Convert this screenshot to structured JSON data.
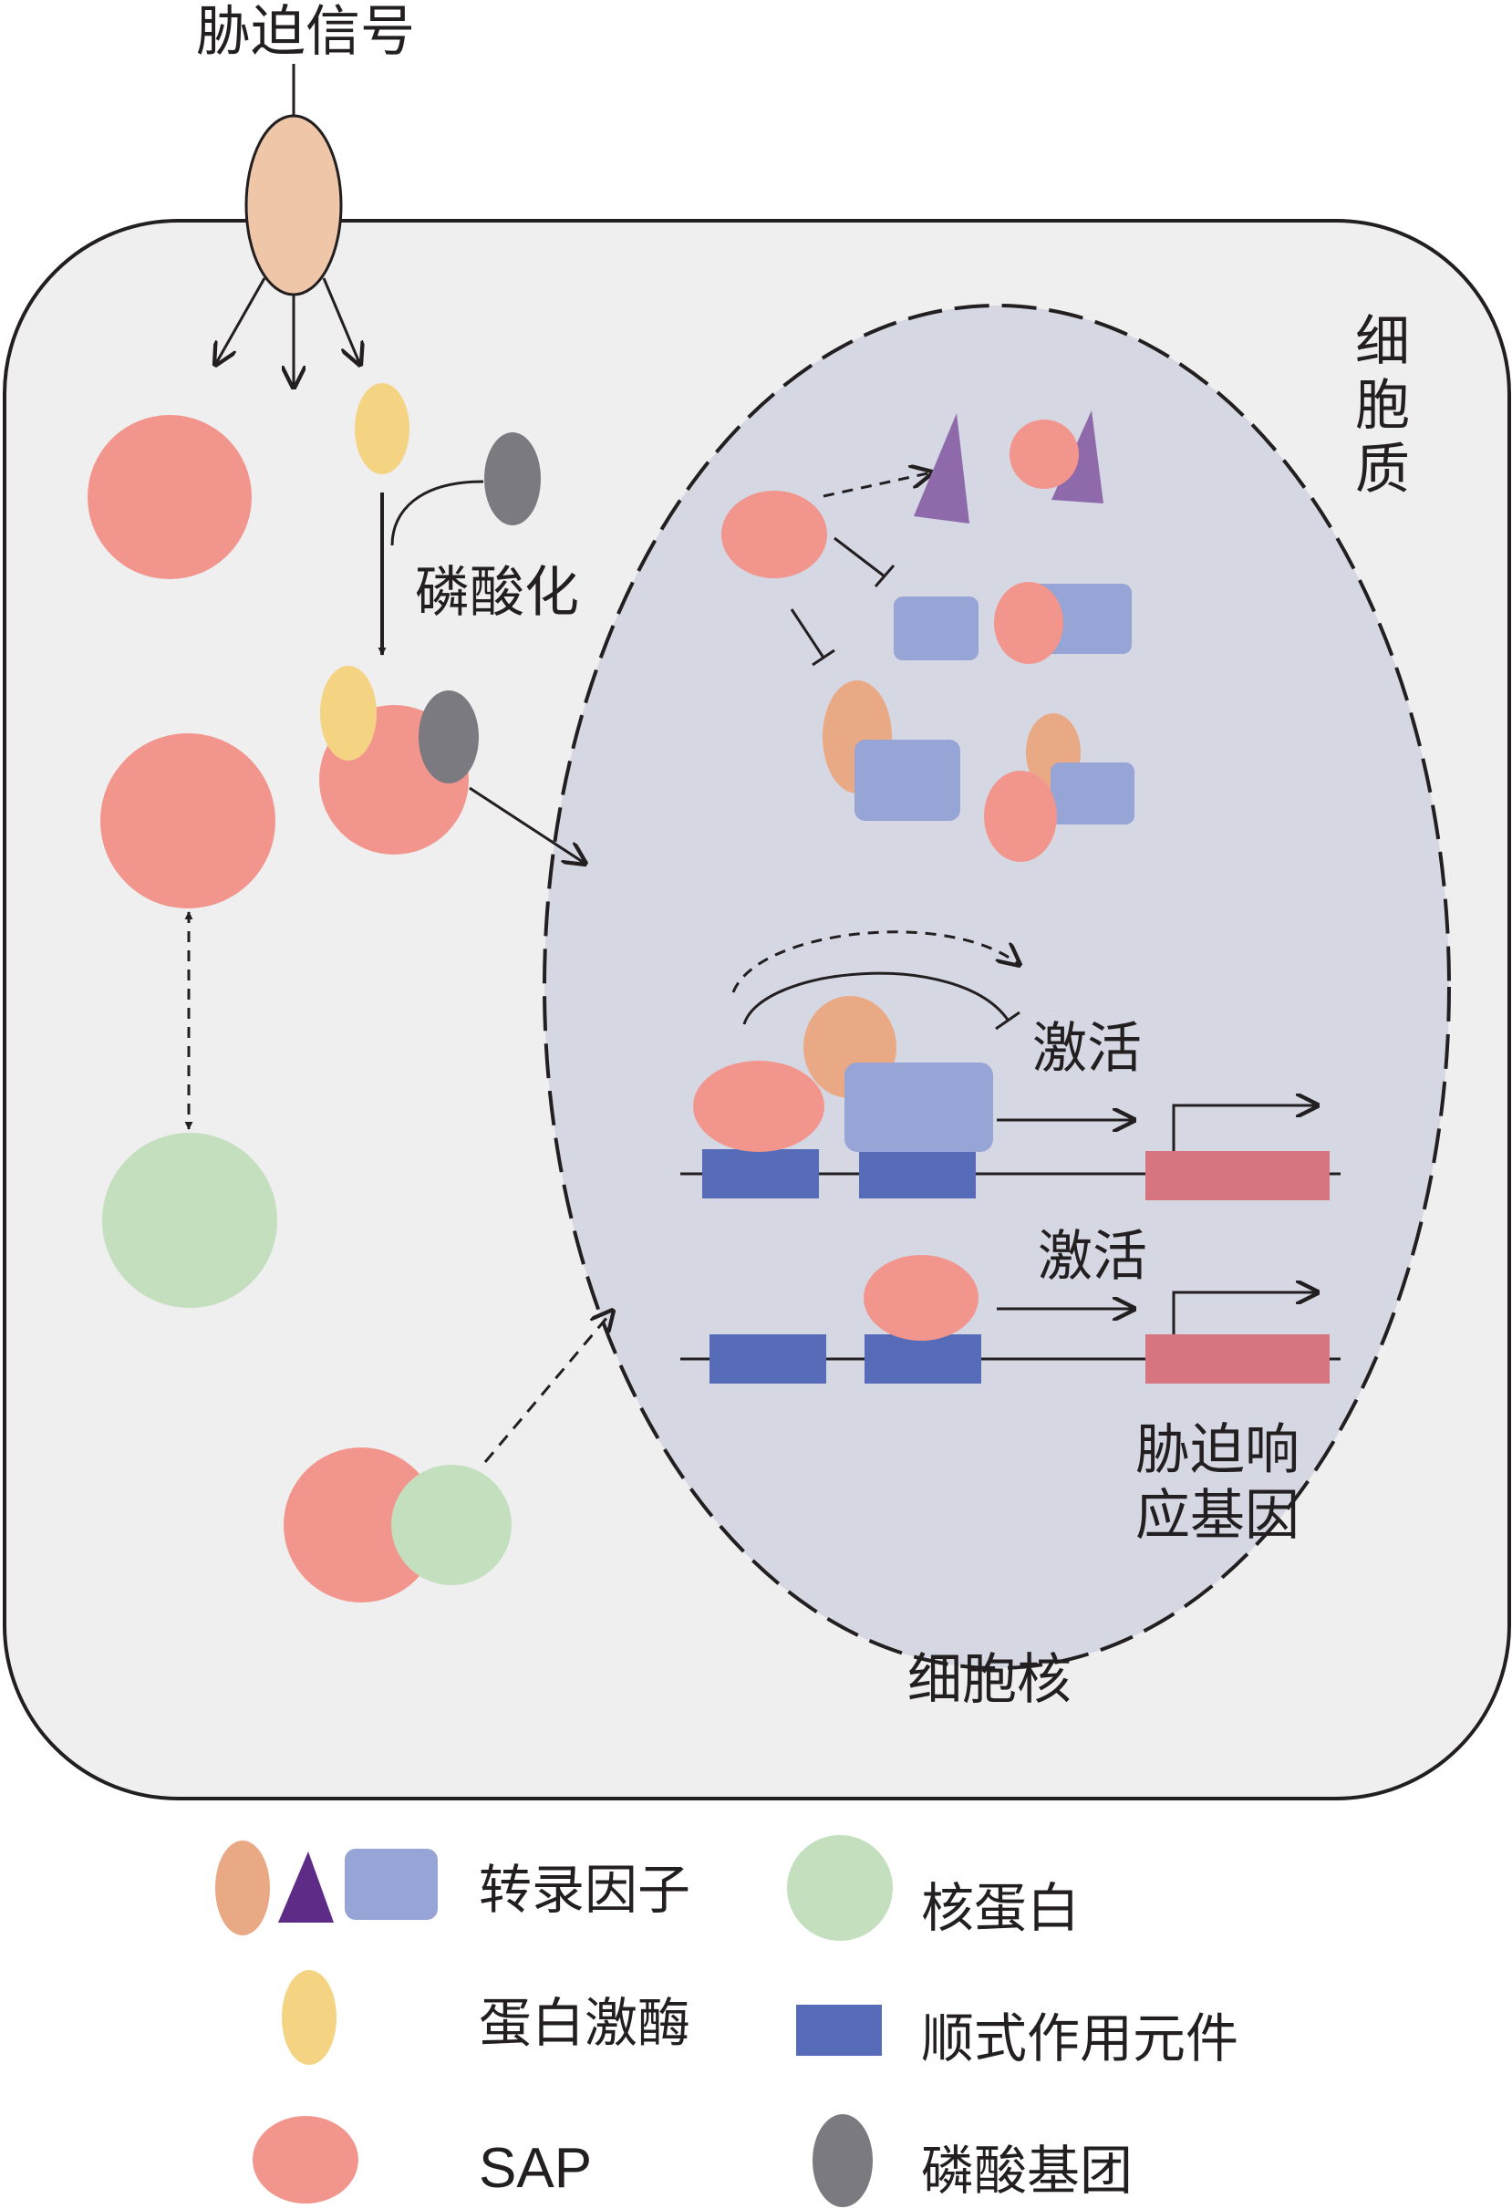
{
  "labels": {
    "stress_signal": "胁迫信号",
    "cytoplasm": [
      "细",
      "胞",
      "质"
    ],
    "phosphorylation": "磷酸化",
    "activation_1": "激活",
    "activation_2": "激活",
    "stress_gene_line1": "胁迫响",
    "stress_gene_line2": "应基因",
    "nucleus": "细胞核"
  },
  "legend": {
    "transcription_factor": "转录因子",
    "nuclear_protein": "核蛋白",
    "protein_kinase": "蛋白激酶",
    "cis_element": "顺式作用元件",
    "sap": "SAP",
    "phosphate_group": "磷酸基团"
  },
  "colors": {
    "sap": "#f2958d",
    "tf_orange": "#eaa985",
    "tf_purple": "#8e6aab",
    "tf_purple_dark": "#5e2b86",
    "tf_blue": "#96a4d6",
    "kinase": "#f4d483",
    "nuclear_protein": "#c3dfbe",
    "phosphate": "#7b7a80",
    "cis_element": "#566cb8",
    "gene": "#d6747f",
    "receptor": "#efc6a8",
    "cell_fill": "#efefef",
    "nucleus_fill": "#d5d7e3",
    "line": "#231f20"
  }
}
